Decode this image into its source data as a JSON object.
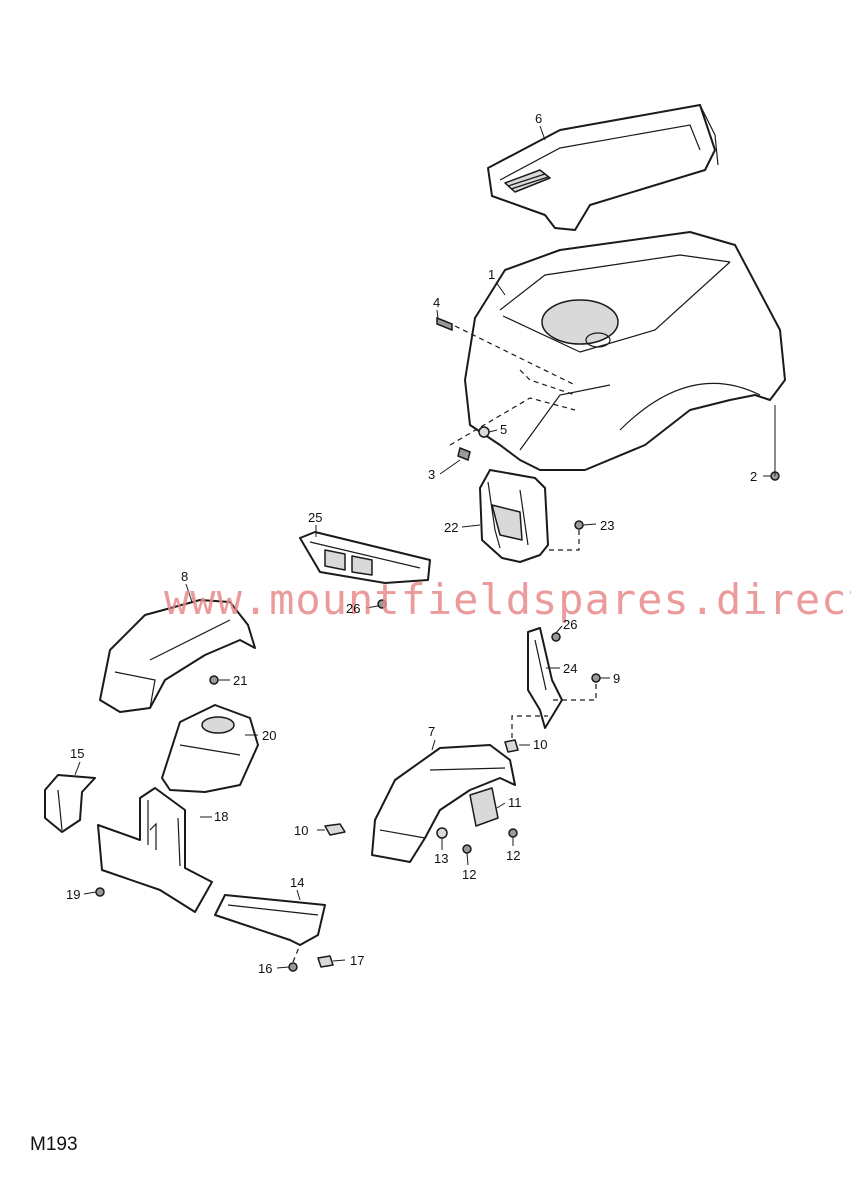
{
  "watermark": "www.mountfieldspares.direct",
  "diagram_code": "M193",
  "callouts": {
    "c1": "1",
    "c2": "2",
    "c3": "3",
    "c4": "4",
    "c5": "5",
    "c6": "6",
    "c7": "7",
    "c8": "8",
    "c9": "9",
    "c10a": "10",
    "c10b": "10",
    "c11": "11",
    "c12a": "12",
    "c12b": "12",
    "c13": "13",
    "c14": "14",
    "c15": "15",
    "c16": "16",
    "c17": "17",
    "c18": "18",
    "c19": "19",
    "c20": "20",
    "c21": "21",
    "c22": "22",
    "c23": "23",
    "c24": "24",
    "c25": "25",
    "c26a": "26",
    "c26b": "26"
  }
}
